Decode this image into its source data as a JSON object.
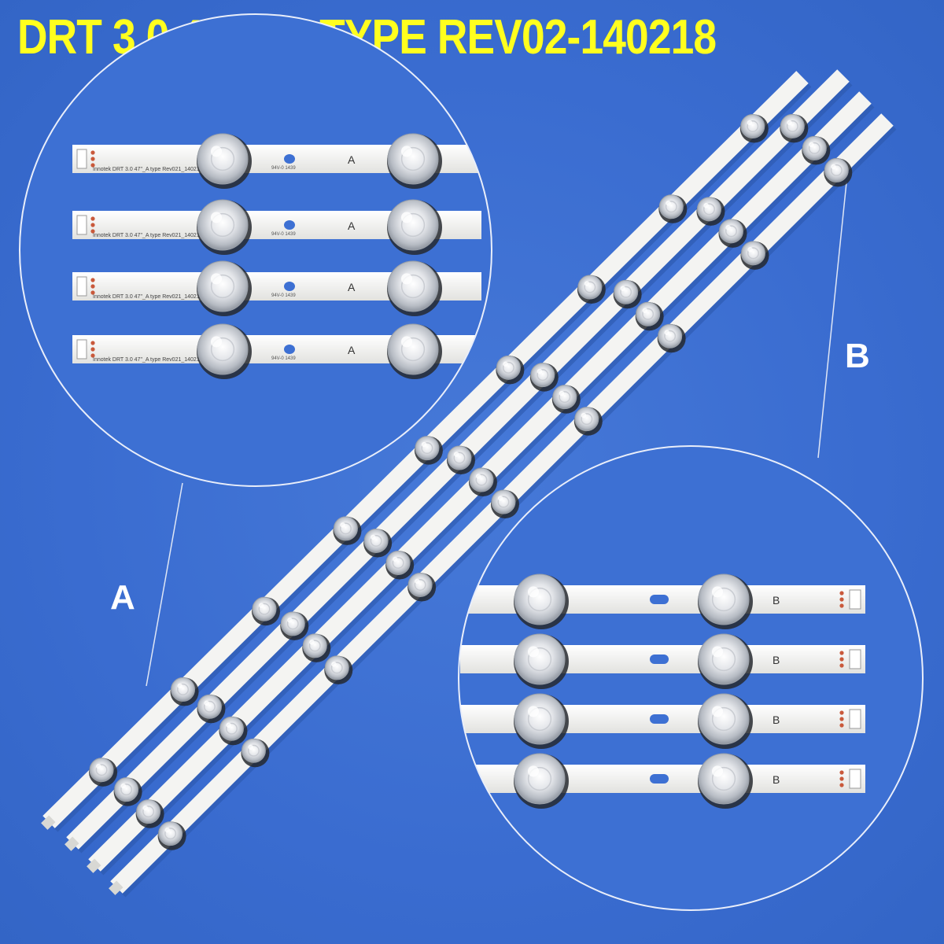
{
  "header": {
    "title": "DRT 3.0 47-A/B TYPE   REV02-140218"
  },
  "labels": {
    "type_a": "A",
    "type_b": "B"
  },
  "strip_a": {
    "marking": "Innotek DRT 3.0 47\"_A type Rev021_140218",
    "cert": "94V-0",
    "date_code": "1439",
    "letter": "A"
  },
  "strip_b": {
    "letter": "B"
  },
  "colors": {
    "background": "#3b6fd0",
    "title": "#ffff1e",
    "strip": "#f4f4f2"
  }
}
